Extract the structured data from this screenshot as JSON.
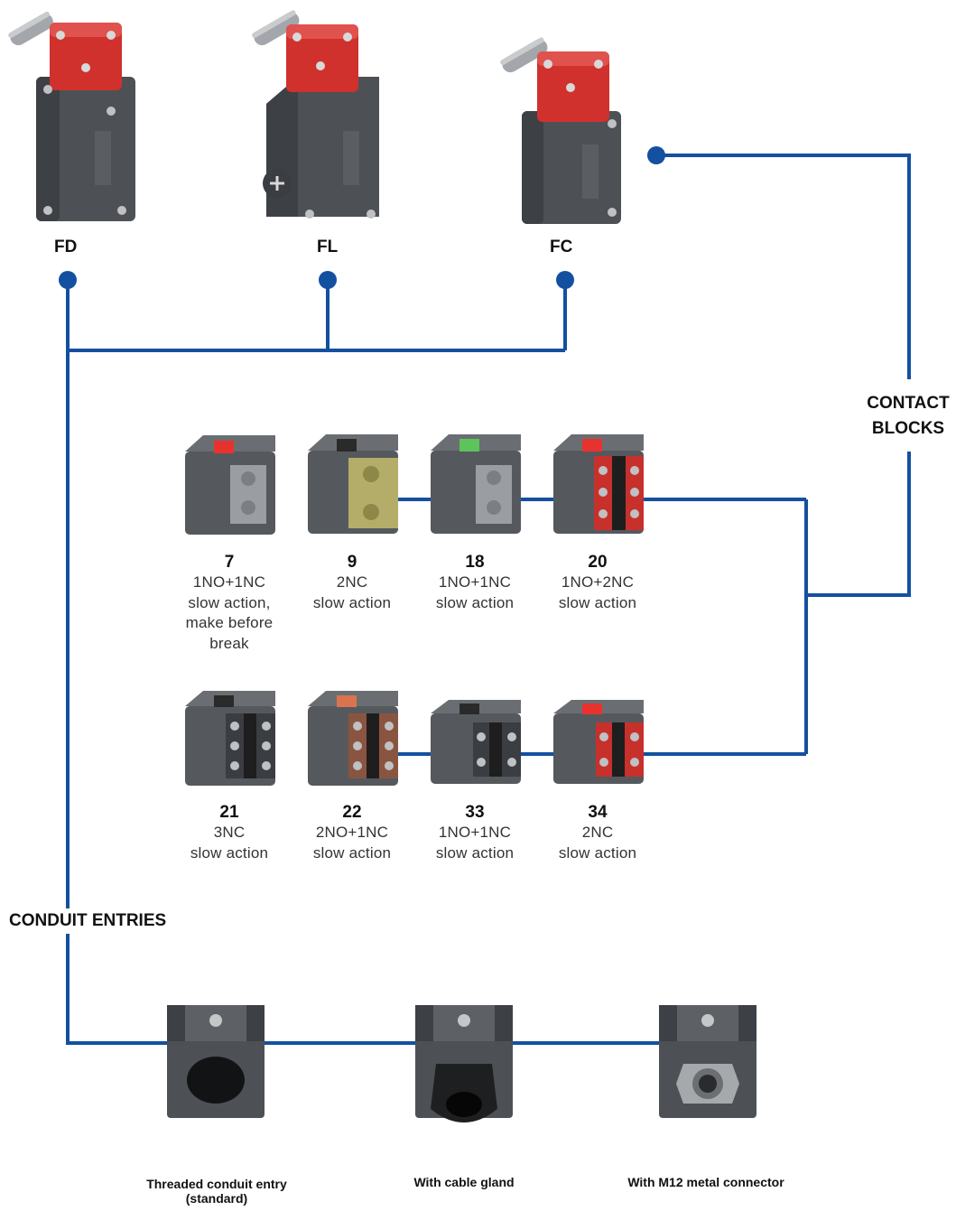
{
  "switches": [
    {
      "code": "FD"
    },
    {
      "code": "FL"
    },
    {
      "code": "FC"
    }
  ],
  "contact_blocks": {
    "title_line1": "CONTACT",
    "title_line2": "BLOCKS",
    "row1": [
      {
        "code": "7",
        "desc": [
          "1NO+1NC",
          "slow action,",
          "make before",
          "break"
        ],
        "indicator": "#e8322e"
      },
      {
        "code": "9",
        "desc": [
          "2NC",
          "slow action"
        ],
        "indicator": "#2a2a2a"
      },
      {
        "code": "18",
        "desc": [
          "1NO+1NC",
          "slow action"
        ],
        "indicator": "#5cc45a"
      },
      {
        "code": "20",
        "desc": [
          "1NO+2NC",
          "slow action"
        ],
        "indicator": "#e8322e"
      }
    ],
    "row2": [
      {
        "code": "21",
        "desc": [
          "3NC",
          "slow action"
        ],
        "indicator": "#2a2a2a"
      },
      {
        "code": "22",
        "desc": [
          "2NO+1NC",
          "slow action"
        ],
        "indicator": "#d9744f"
      },
      {
        "code": "33",
        "desc": [
          "1NO+1NC",
          "slow action"
        ],
        "indicator": "#2a2a2a"
      },
      {
        "code": "34",
        "desc": [
          "2NC",
          "slow action"
        ],
        "indicator": "#e8322e"
      }
    ]
  },
  "conduit_entries": {
    "title": "CONDUIT ENTRIES",
    "items": [
      {
        "label_line1": "Threaded conduit entry",
        "label_line2": "(standard)"
      },
      {
        "label_line1": "With cable gland",
        "label_line2": ""
      },
      {
        "label_line1": "With M12 metal connector",
        "label_line2": ""
      }
    ]
  },
  "colors": {
    "connector_line": "#1450a0",
    "housing": "#4d5156",
    "head": "#d0312d"
  }
}
